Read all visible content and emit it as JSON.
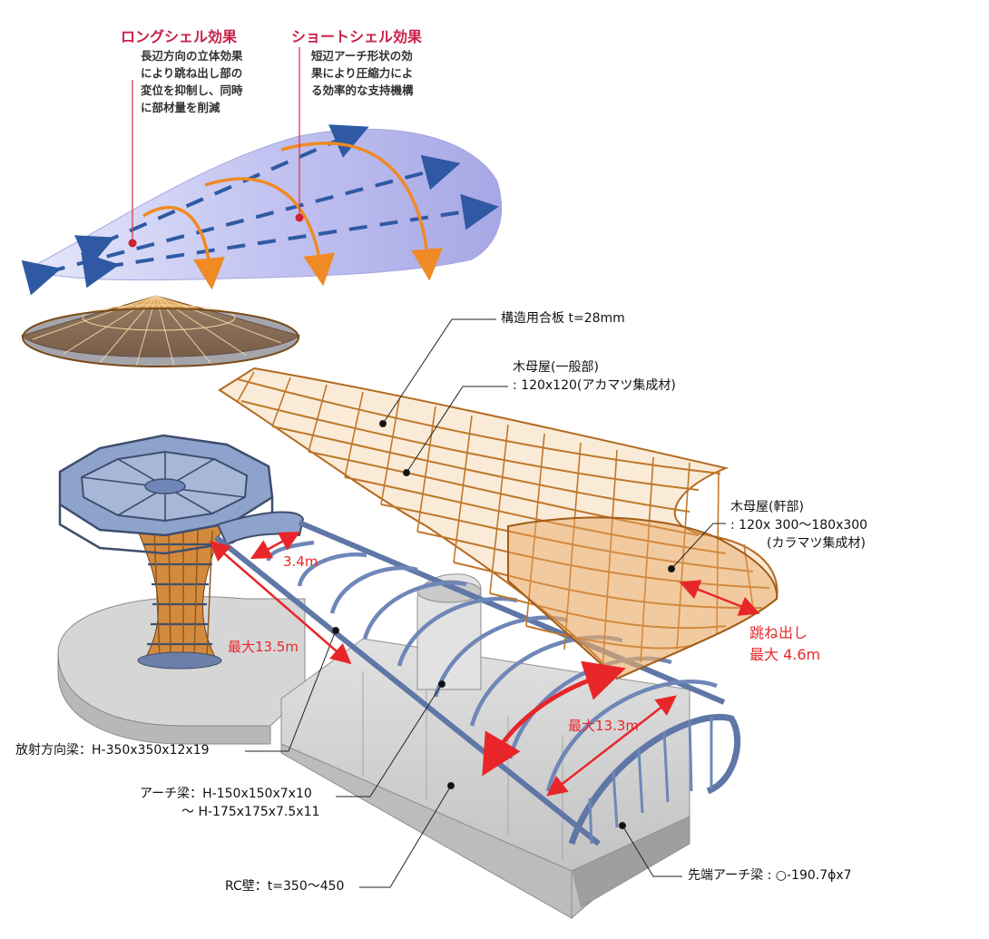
{
  "concept": {
    "long_shell": {
      "title": "ロングシェル効果",
      "lines": [
        "長辺方向の立体効果",
        "により跳ね出し部の",
        "変位を抑制し、同時",
        "に部材量を削減"
      ]
    },
    "short_shell": {
      "title": "ショートシェル効果",
      "lines": [
        "短辺アーチ形状の効",
        "果により圧縮力によ",
        "る効率的な支持機構"
      ]
    }
  },
  "labels": {
    "plywood": "構造用合板 t=28mm",
    "purlin_general_1": "木母屋(一般部)",
    "purlin_general_2": ": 120x120(アカマツ集成材)",
    "purlin_eave_1": "木母屋(軒部)",
    "purlin_eave_2": ": 120x 300〜180x300",
    "purlin_eave_3": "(カラマツ集成材)",
    "radial_beam": "放射方向梁：H-350x350x12x19",
    "arch_beam_1": "アーチ梁：H-150x150x7x10",
    "arch_beam_2": "〜 H-175x175x7.5x11",
    "rc_wall": "RC壁：t=350〜450",
    "tip_arch": "先端アーチ梁 : ○-190.7ϕx7"
  },
  "dimensions": {
    "spacing": "3.4m",
    "radial_max": "最大13.5m",
    "cantilever_1": "跳ね出し",
    "cantilever_2": "最大 4.6m",
    "arch_max": "最大13.3m"
  },
  "colors": {
    "accent_red": "#e8262a",
    "title_red": "#c7224a",
    "timber": "#d48a3c",
    "steel": "#6f87b8",
    "concrete": "#cfcfcf",
    "shell_fill": "#b8b9ee",
    "arrow_blue": "#2f5aa3",
    "arrow_orange": "#f08a24"
  }
}
